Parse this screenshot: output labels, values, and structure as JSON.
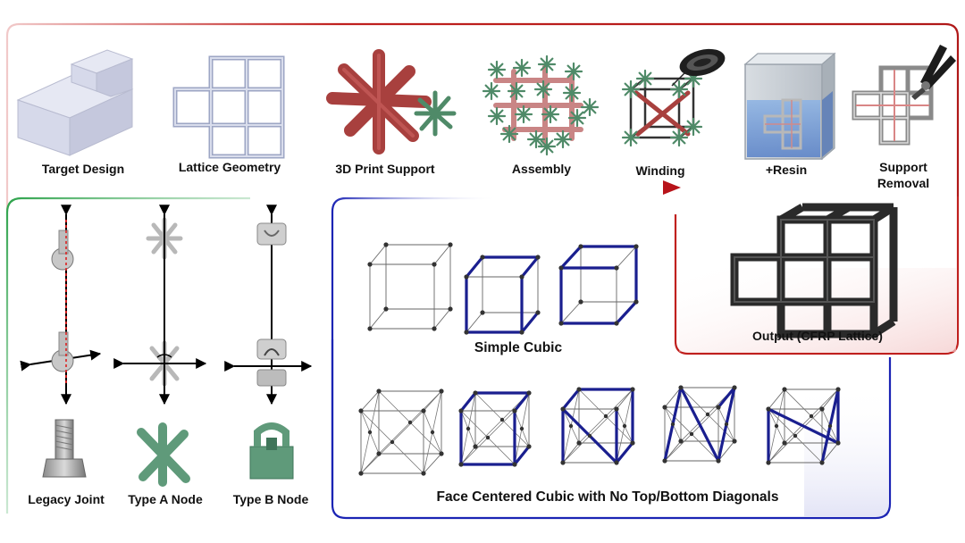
{
  "process": {
    "steps": [
      {
        "label": "Target  Design"
      },
      {
        "label": "Lattice Geometry"
      },
      {
        "label": "3D Print Support"
      },
      {
        "label": "Assembly"
      },
      {
        "label": "Winding"
      },
      {
        "label": "+Resin"
      },
      {
        "label": "Support Removal",
        "line1": "Support",
        "line2": "Removal"
      }
    ],
    "output_label": "Output (CFRP Lattice)"
  },
  "joints": {
    "labels": [
      "Legacy Joint",
      "Type A Node",
      "Type B Node"
    ]
  },
  "winding_patterns": {
    "simple_cubic_label": "Simple Cubic",
    "fcc_label": "Face Centered Cubic with No Top/Bottom Diagonals"
  },
  "colors": {
    "process_frame": "#c0201e",
    "joints_frame": "#2ca24a",
    "patterns_frame": "#1b24b4",
    "fiber_path": "#1a1f8f",
    "support_green": "#4f8a68",
    "support_red": "#a8403e"
  }
}
